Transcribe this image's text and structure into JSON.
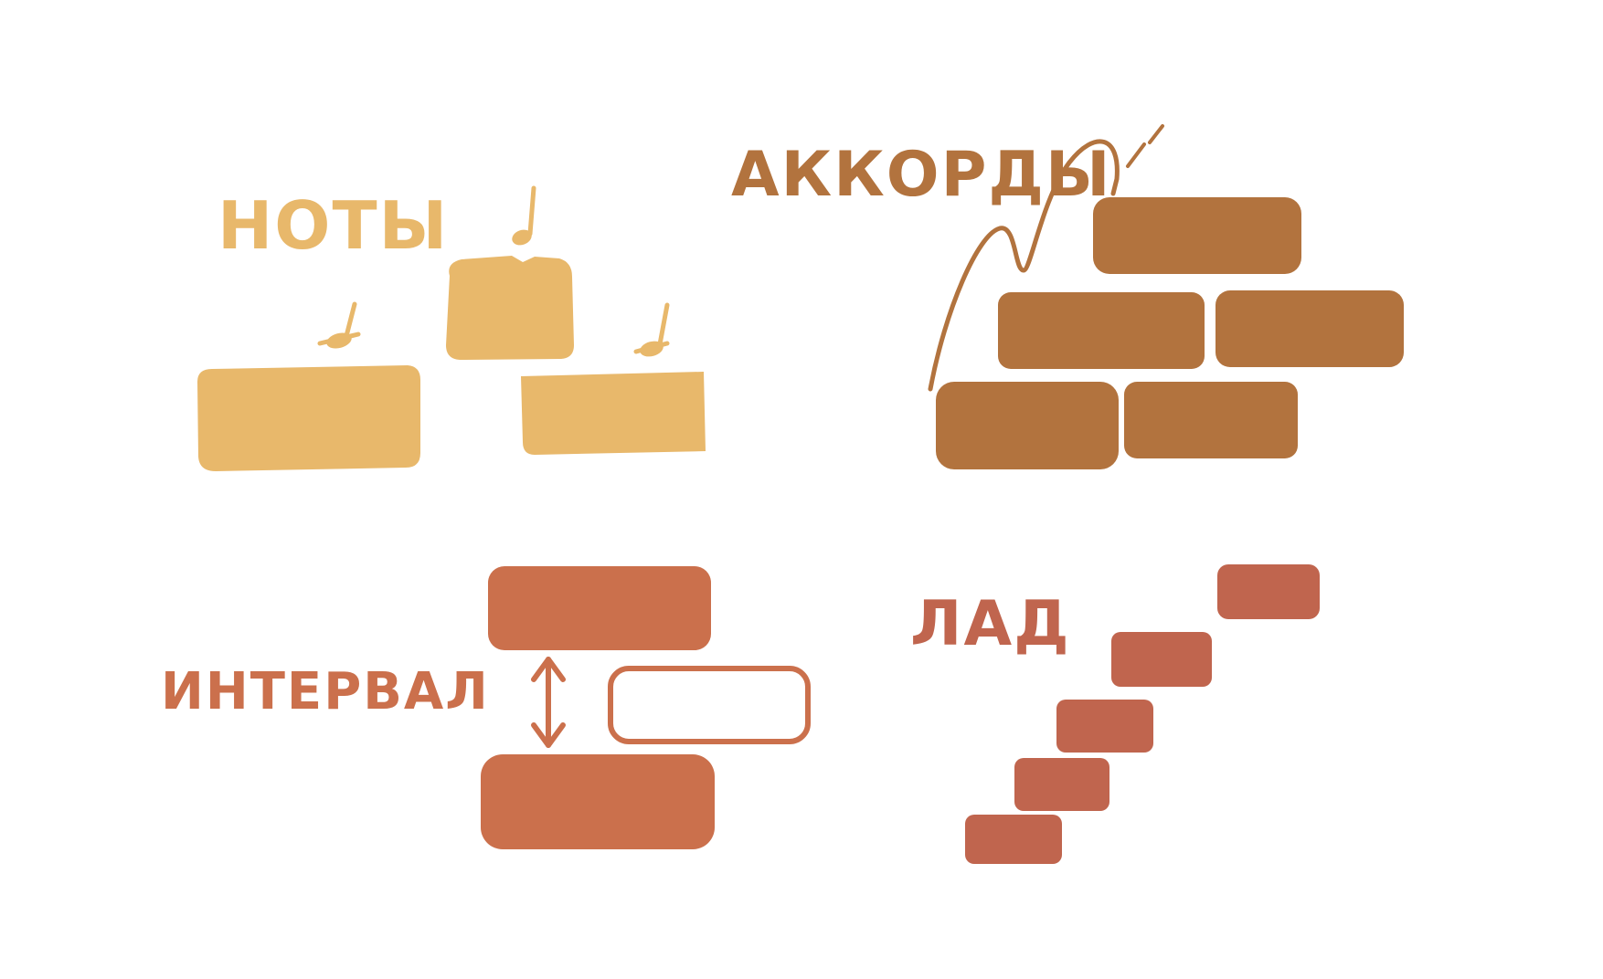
{
  "colors": {
    "background": "#ffffff",
    "notes": "#E8B86B",
    "chords": "#B2733E",
    "interval": "#CB704C",
    "scale": "#C0654E"
  },
  "groups": {
    "notes": {
      "label": "НОТЫ",
      "brick_count": 3,
      "note_icon": "musical-note-icon"
    },
    "chords": {
      "label": "АККОРДЫ",
      "brick_count": 5,
      "arrow_icon": "curved-arrow-icon"
    },
    "interval": {
      "label": "ИНТЕРВАЛ",
      "brick_count": 3,
      "arrow_icon": "double-headed-arrow-icon"
    },
    "scale": {
      "label": "ЛАД",
      "brick_count": 5
    }
  }
}
